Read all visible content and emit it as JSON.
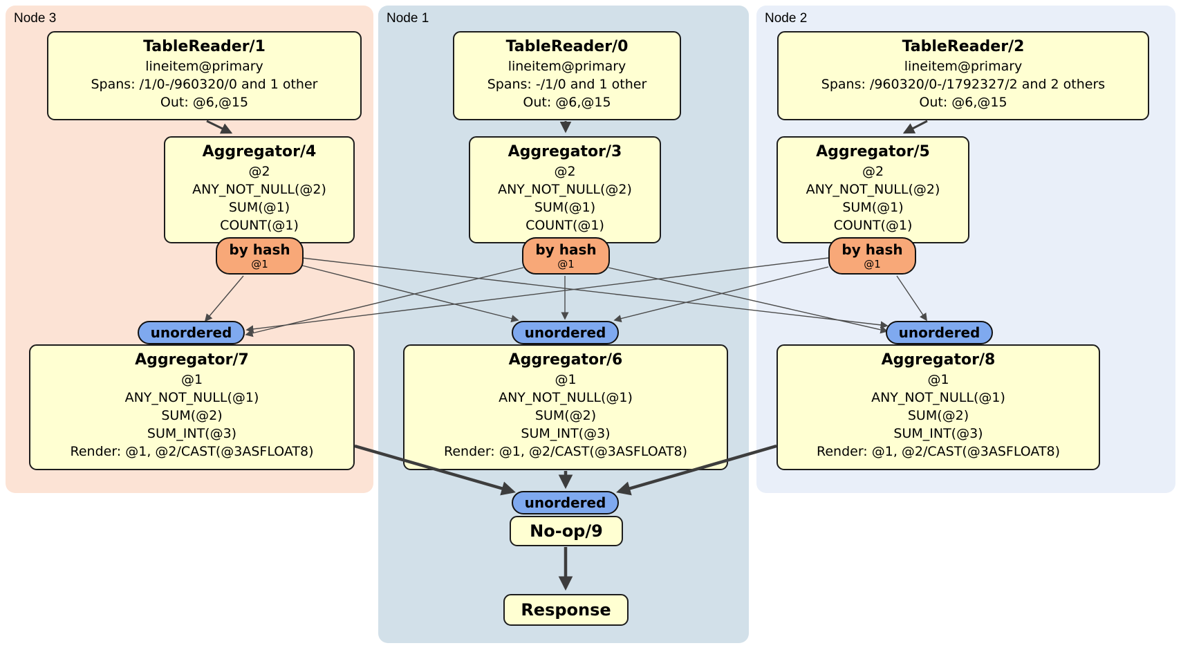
{
  "panels": {
    "node3": {
      "label": "Node 3",
      "bg": "#fce3d5"
    },
    "node1": {
      "label": "Node 1",
      "bg": "#d2e0e9"
    },
    "node2": {
      "label": "Node 2",
      "bg": "#e9eff9"
    }
  },
  "processors": {
    "tablereader1": {
      "title": "TableReader/1",
      "lines": [
        "lineitem@primary",
        "Spans: /1/0-/960320/0 and 1 other",
        "Out: @6,@15"
      ]
    },
    "tablereader0": {
      "title": "TableReader/0",
      "lines": [
        "lineitem@primary",
        "Spans: -/1/0 and 1 other",
        "Out: @6,@15"
      ]
    },
    "tablereader2": {
      "title": "TableReader/2",
      "lines": [
        "lineitem@primary",
        "Spans: /960320/0-/1792327/2 and 2 others",
        "Out: @6,@15"
      ]
    },
    "aggregator4": {
      "title": "Aggregator/4",
      "lines": [
        "@2",
        "ANY_NOT_NULL(@2)",
        "SUM(@1)",
        "COUNT(@1)"
      ]
    },
    "aggregator3": {
      "title": "Aggregator/3",
      "lines": [
        "@2",
        "ANY_NOT_NULL(@2)",
        "SUM(@1)",
        "COUNT(@1)"
      ]
    },
    "aggregator5": {
      "title": "Aggregator/5",
      "lines": [
        "@2",
        "ANY_NOT_NULL(@2)",
        "SUM(@1)",
        "COUNT(@1)"
      ]
    },
    "aggregator7": {
      "title": "Aggregator/7",
      "lines": [
        "@1",
        "ANY_NOT_NULL(@1)",
        "SUM(@2)",
        "SUM_INT(@3)",
        "Render: @1, @2/CAST(@3ASFLOAT8)"
      ]
    },
    "aggregator6": {
      "title": "Aggregator/6",
      "lines": [
        "@1",
        "ANY_NOT_NULL(@1)",
        "SUM(@2)",
        "SUM_INT(@3)",
        "Render: @1, @2/CAST(@3ASFLOAT8)"
      ]
    },
    "aggregator8": {
      "title": "Aggregator/8",
      "lines": [
        "@1",
        "ANY_NOT_NULL(@1)",
        "SUM(@2)",
        "SUM_INT(@3)",
        "Render: @1, @2/CAST(@3ASFLOAT8)"
      ]
    },
    "noop9": {
      "title": "No-op/9"
    },
    "response": {
      "title": "Response"
    }
  },
  "routers": {
    "by_hash": {
      "label": "by hash",
      "stream": "@1"
    },
    "unordered": {
      "label": "unordered"
    }
  },
  "colors": {
    "panel_node3_bg": "#fce3d5",
    "panel_node1_bg": "#d2e0e9",
    "panel_node2_bg": "#e9eff9",
    "processor_fill": "#ffffd2",
    "processor_border": "#1c1c1c",
    "hash_router_fill": "#f8a878",
    "unordered_sync_fill": "#7fa9ef",
    "edge_thin": "#4a4a4a",
    "edge_thick": "#3d3d3d"
  }
}
